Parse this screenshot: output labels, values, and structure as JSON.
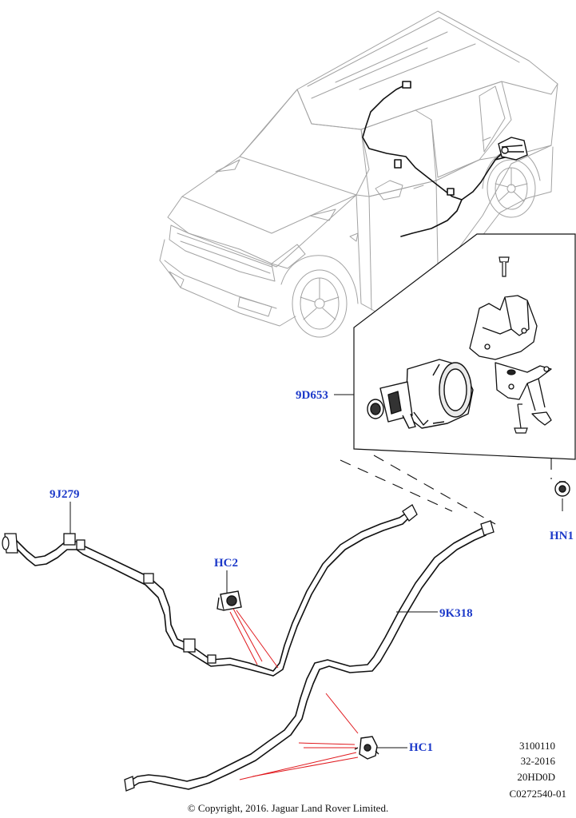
{
  "callouts": {
    "canister": "9D653",
    "hose_left": "9J279",
    "hose_right": "9K318",
    "clip_hc2": "HC2",
    "clip_hc1": "HC1",
    "clip_hn1": "HN1"
  },
  "reference": {
    "line1": "3100110",
    "line2": "32-2016",
    "line3": "20HD0D",
    "line4": "C0272540-01"
  },
  "copyright": "© Copyright, 2016. Jaguar Land Rover Limited.",
  "colors": {
    "callout_text": "#1c39c9",
    "leader_red": "#e0191e",
    "line_black": "#111111",
    "vehicle_grey": "#9a9a9a"
  }
}
